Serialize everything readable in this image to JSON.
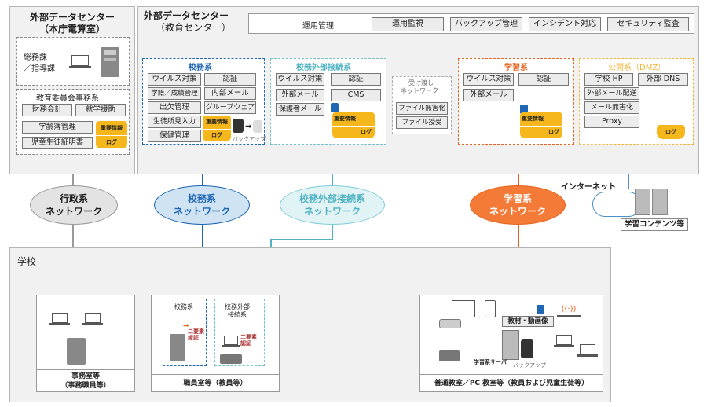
{
  "left_dc": {
    "title_line1": "外部データセンター",
    "title_line2": "（本庁電算室）",
    "dept_box_line1": "総務課",
    "dept_box_line2": "／指導課",
    "board_title": "教育委員会事務系",
    "cells": [
      "財務会計",
      "就学援助",
      "学齢簿管理",
      "児童生徒証明書"
    ],
    "important": "重要情報",
    "log": "ログ"
  },
  "right_dc": {
    "title_line1": "外部データセンター",
    "title_line2": "（教育センター）",
    "ops": {
      "title": "運用管理",
      "items": [
        "運用監視",
        "バックアップ管理",
        "インシデント対応",
        "セキュリティ監査"
      ]
    },
    "koumu": {
      "title": "校務系",
      "cells": [
        "ウイルス対策",
        "認証",
        "学籍／成績管理",
        "内部メール",
        "出欠管理",
        "グループウェア",
        "生徒所見入力",
        "保健管理"
      ],
      "important": "重要情報",
      "log": "ログ",
      "backup": "バックアップ"
    },
    "gaibu": {
      "title": "校務外部接続系",
      "cells": [
        "ウイルス対策",
        "認証",
        "外部メール",
        "CMS",
        "保護者メール"
      ],
      "important": "重要情報",
      "log": "ログ"
    },
    "ukewatashi": {
      "title_line1": "受け渡し",
      "title_line2": "ネットワーク",
      "cells": [
        "ファイル無害化",
        "ファイル授受"
      ]
    },
    "gakushu": {
      "title": "学習系",
      "cells": [
        "ウイルス対策",
        "認証",
        "外部メール"
      ],
      "important": "重要情報",
      "log": "ログ"
    },
    "koukai": {
      "title": "公開系（DMZ）",
      "cells": [
        "学校 HP",
        "外部 DNS",
        "外部メール配送",
        "メール無害化",
        "Proxy"
      ],
      "log": "ログ"
    }
  },
  "networks": {
    "gyosei_line1": "行政系",
    "gyosei_line2": "ネットワーク",
    "koumu_line1": "校務系",
    "koumu_line2": "ネットワーク",
    "gaibu_line1": "校務外部接続系",
    "gaibu_line2": "ネットワーク",
    "gakushu_line1": "学習系",
    "gakushu_line2": "ネットワーク",
    "internet": "インターネット",
    "contents": "学習コンテンツ等"
  },
  "school": {
    "title": "学校",
    "office_line1": "事務室等",
    "office_line2": "（事務職員等）",
    "staff_room": "職員室等（教員等）",
    "staff_koumu": "校務系",
    "staff_gaibu_line1": "校務外部",
    "staff_gaibu_line2": "接続系",
    "two_factor_line1": "二要素",
    "two_factor_line2": "認証",
    "classroom": "普通教室／PC 教室等（教員および児童生徒等）",
    "materials": "教材・動画像",
    "server": "学習系サーバ",
    "backup": "バックアップ"
  },
  "colors": {
    "koumu": "#1f66b3",
    "gaibu": "#4fb3c4",
    "gakushu": "#e8621e",
    "koukai": "#f0b53a",
    "gyosei": "#999999",
    "important": "#f6b71c"
  }
}
